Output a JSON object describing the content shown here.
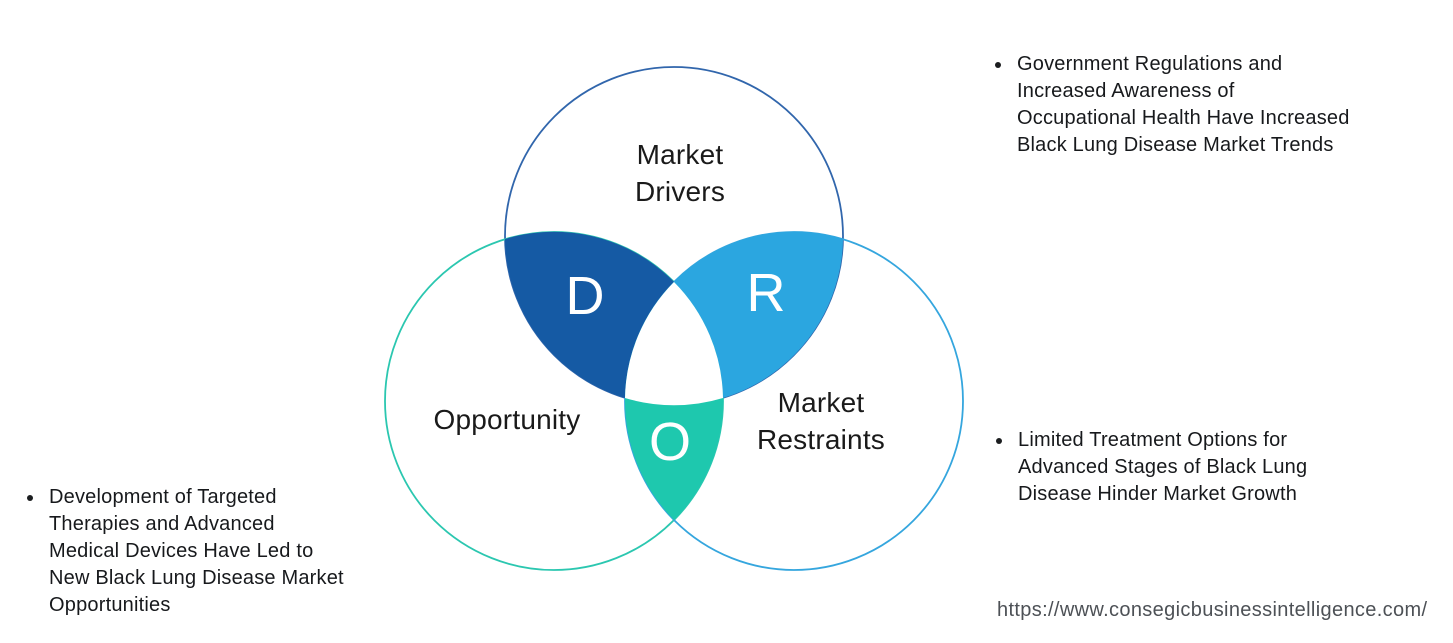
{
  "colors": {
    "drivers_circle_stroke": "#3166AC",
    "opportunity_circle_stroke": "#2BC7B0",
    "restraints_circle_stroke": "#35A6DE",
    "d_region_fill": "#155AA4",
    "r_region_fill": "#2BA6E0",
    "o_region_fill": "#1EC8AE",
    "center_region_fill": "#FFFFFF",
    "label_text": "#1A1A1A",
    "note_text": "#17191C",
    "url_text": "#4D5156"
  },
  "diagram": {
    "top_circle_label_line1": "Market",
    "top_circle_label_line2": "Drivers",
    "left_circle_label": "Opportunity",
    "right_circle_label_line1": "Market",
    "right_circle_label_line2": "Restraints",
    "d_letter": "D",
    "r_letter": "R",
    "o_letter": "O"
  },
  "notes": {
    "drivers": {
      "lines": [
        "Government Regulations and",
        "Increased Awareness of",
        "Occupational Health Have Increased",
        "Black Lung Disease Market Trends"
      ]
    },
    "restraints": {
      "lines": [
        "Limited Treatment Options for",
        "Advanced Stages of Black Lung",
        "Disease Hinder Market Growth"
      ]
    },
    "opportunity": {
      "lines": [
        "Development of Targeted",
        "Therapies and Advanced",
        "Medical Devices Have Led to",
        "New Black Lung Disease Market",
        "Opportunities"
      ]
    }
  },
  "footer": {
    "url": "https://www.consegicbusinessintelligence.com/"
  }
}
